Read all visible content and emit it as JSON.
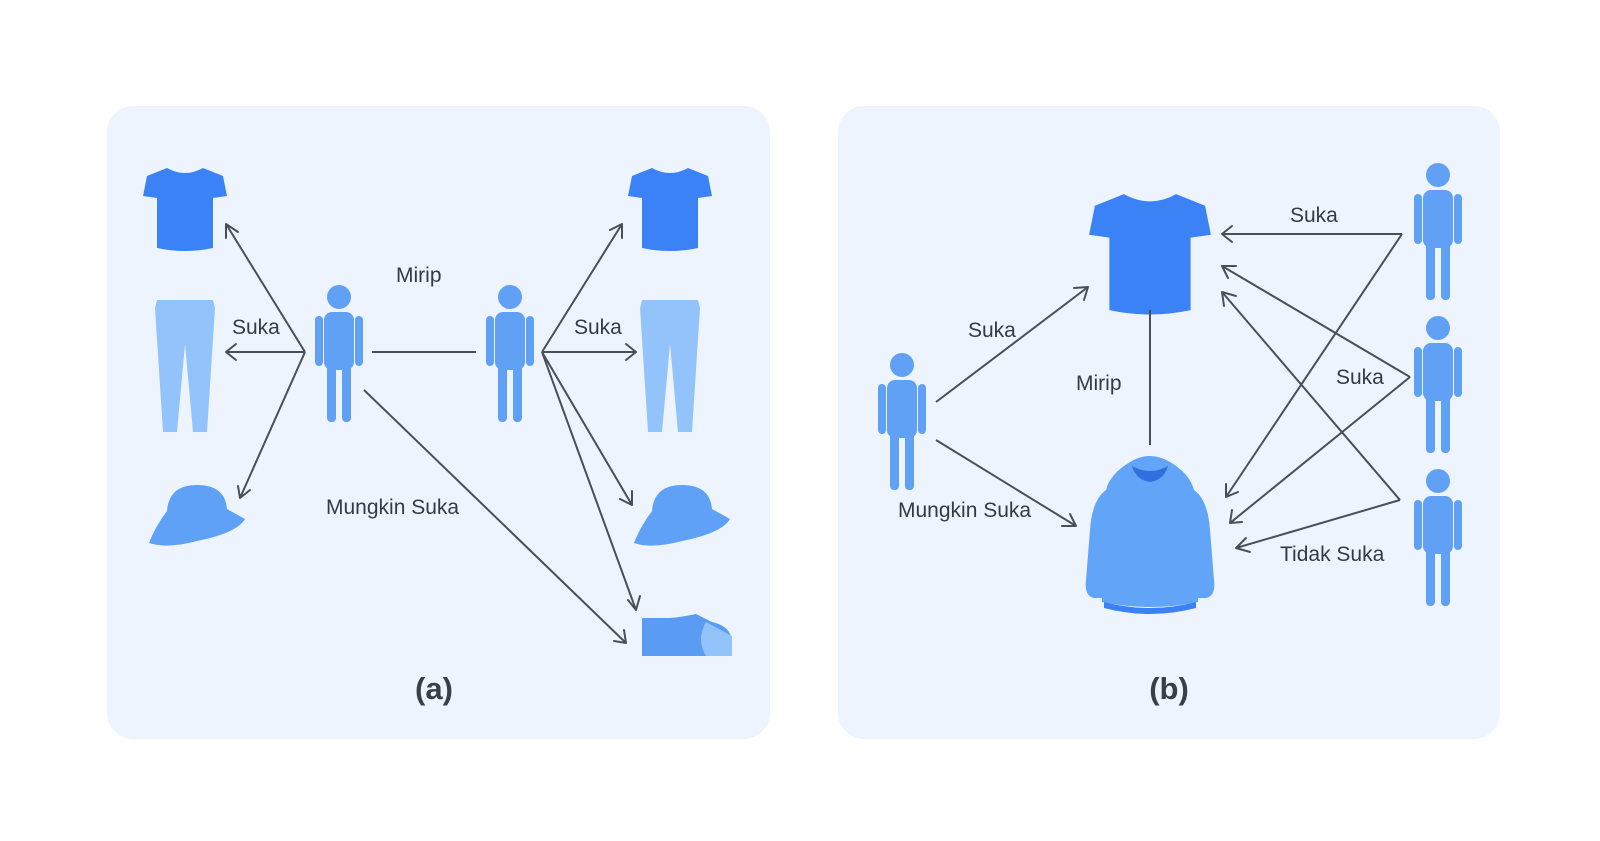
{
  "colors": {
    "panel": "#eef4fd",
    "shirt": "#3b82f6",
    "person": "#60a0f5",
    "pants": "#93c3fb",
    "hat": "#5ea1f6",
    "hoodie": "#62a4f7",
    "shoe": "#5a9cf4",
    "line": "#4a4f57"
  },
  "panel_a": {
    "caption": "(a)",
    "label_similar": "Mirip",
    "label_like_left": "Suka",
    "label_like_right": "Suka",
    "label_maybe": "Mungkin Suka",
    "items_left": [
      "tshirt-icon",
      "pants-icon",
      "hat-icon"
    ],
    "items_right": [
      "tshirt-icon",
      "pants-icon",
      "hat-icon",
      "shoe-icon"
    ],
    "users": [
      "person-icon",
      "person-icon"
    ]
  },
  "panel_b": {
    "caption": "(b)",
    "label_like_user": "Suka",
    "label_maybe": "Mungkin Suka",
    "label_similar": "Mirip",
    "label_like_top": "Suka",
    "label_like_mid": "Suka",
    "label_dislike": "Tidak Suka",
    "items": [
      "tshirt-icon",
      "hoodie-icon"
    ],
    "users": [
      "person-icon",
      "person-icon",
      "person-icon",
      "person-icon"
    ]
  }
}
